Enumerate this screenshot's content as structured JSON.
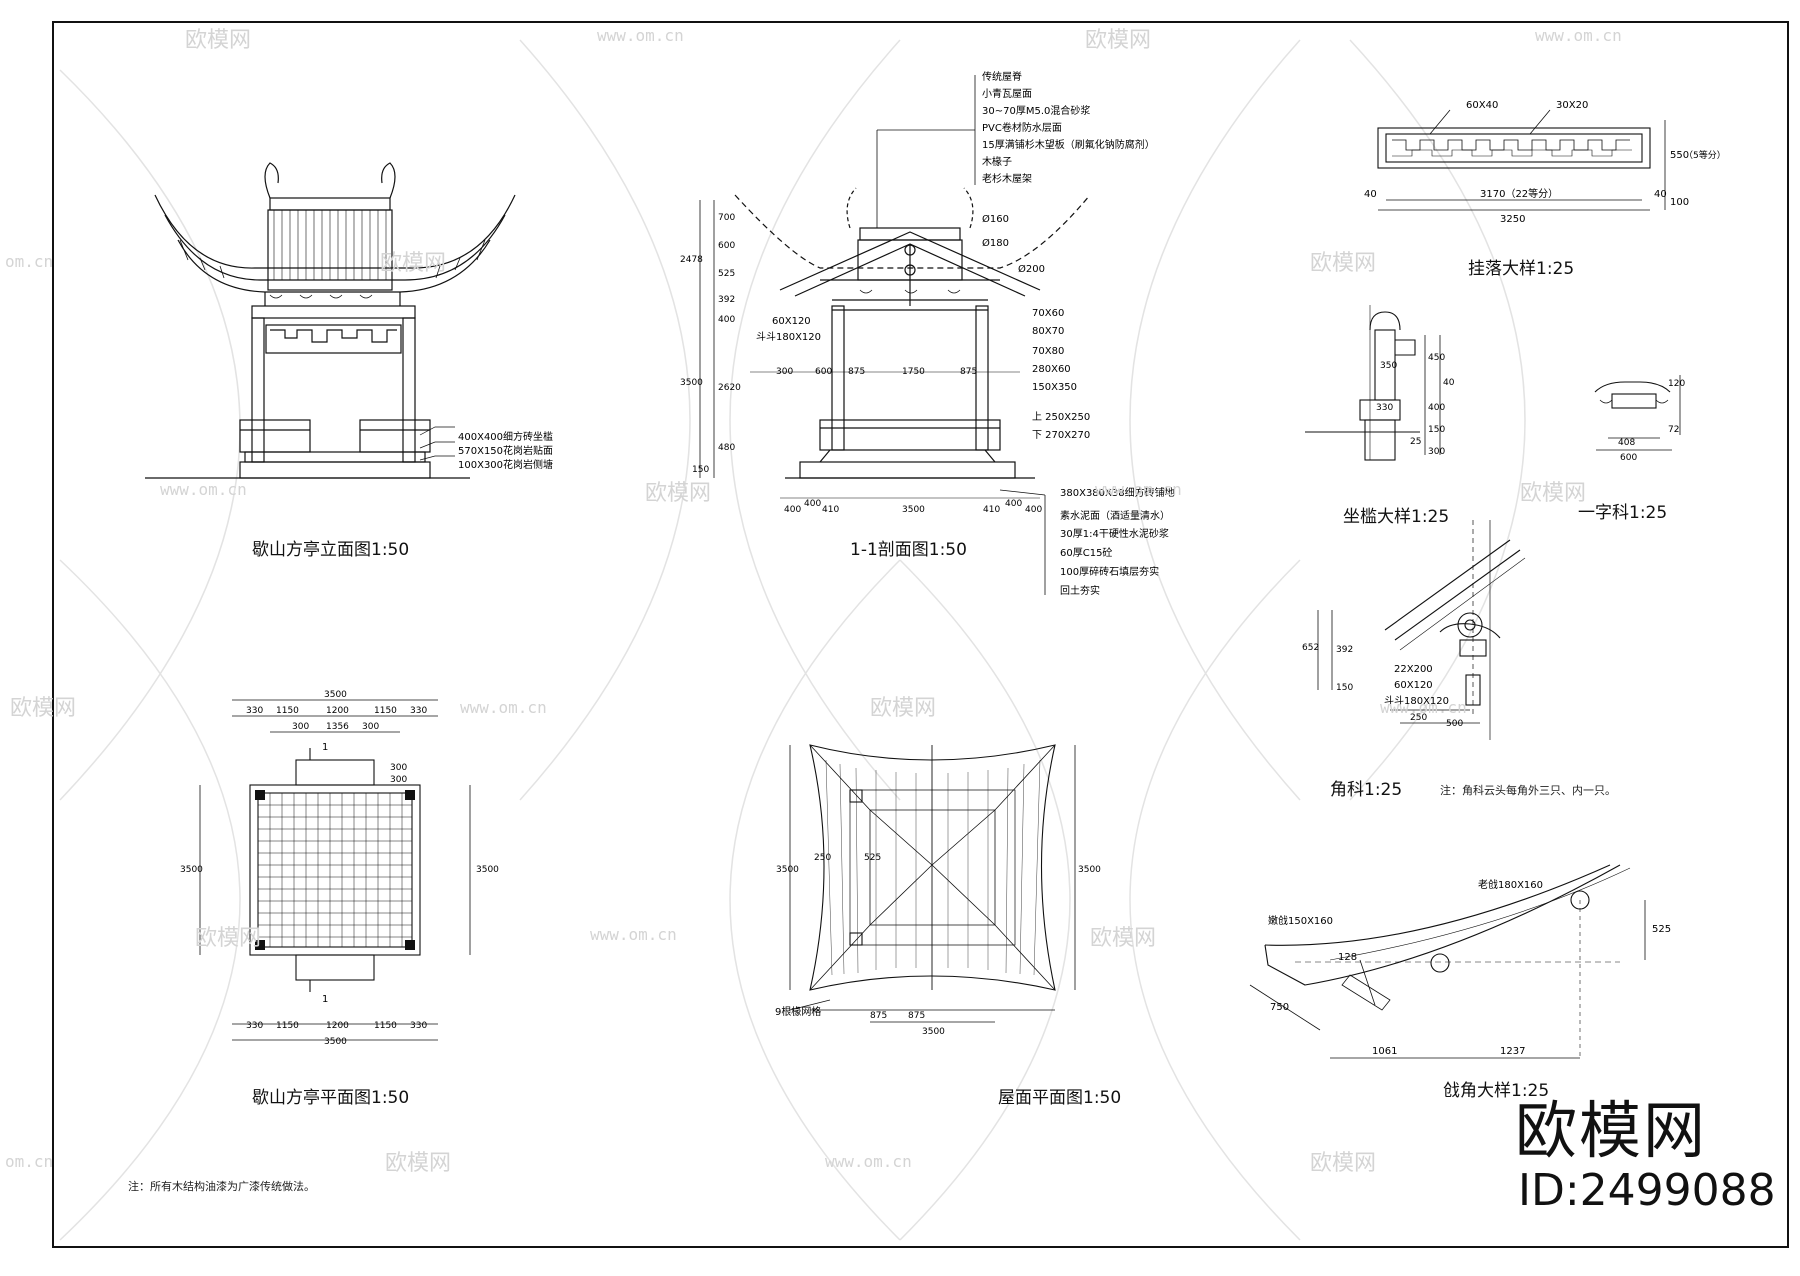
{
  "titles": {
    "elevation": "歇山方亭立面图1:50",
    "section": "1-1剖面图1:50",
    "plan": "歇山方亭平面图1:50",
    "roof_plan": "屋面平面图1:50",
    "hanging": "挂落大样1:25",
    "seat": "坐槛大样1:25",
    "yizike": "一字科1:25",
    "jiaoke": "角科1:25",
    "qiangjiao": "戗角大样1:25"
  },
  "note_bottom": "注：所有木结构油漆为广漆传统做法。",
  "note_jiaoke": "注：角科云头每角外三只、内一只。",
  "brand": {
    "logo_text": "欧模网",
    "id_text": "ID:2499088"
  },
  "watermark": {
    "text": "欧模网",
    "url": "www.om.cn",
    "url_short": "om.cn"
  },
  "elevation_labels": [
    "400X400细方砖坐槛",
    "570X150花岗岩贴面",
    "100X300花岗岩侧塘"
  ],
  "section_top_labels": [
    "传统屋脊",
    "小青瓦屋面",
    "30~70厚M5.0混合砂浆",
    "PVC卷材防水层面",
    "15厚满铺杉木望板（刷氟化钠防腐剂）",
    "木椽子",
    "老杉木屋架"
  ],
  "section_right_labels": [
    "Ø160",
    "Ø180",
    "Ø200",
    "70X60",
    "80X70",
    "70X80",
    "280X60",
    "150X350",
    "上 250X250",
    "下 270X270"
  ],
  "section_left_labels": [
    "60X120",
    "斗斗180X120"
  ],
  "section_bottom_labels": [
    "380X380X38细方砖铺地",
    "素水泥面（酒适量清水）",
    "30厚1:4干硬性水泥砂浆",
    "60厚C15砼",
    "100厚碎砖石填层夯实",
    "回土夯实"
  ],
  "section_dims_left": [
    "700",
    "600",
    "525",
    "392",
    "400",
    "2478",
    "3500",
    "2620",
    "480",
    "150"
  ],
  "section_dims_top": [
    "300",
    "600",
    "875",
    "1750",
    "875"
  ],
  "section_dims_bottom": [
    "400",
    "400",
    "410",
    "3500",
    "410",
    "400",
    "400"
  ],
  "plan_dims_top": [
    "3500",
    "330",
    "1150",
    "1200",
    "1150",
    "330",
    "300",
    "1356",
    "300"
  ],
  "plan_dims_bottom": [
    "330",
    "1150",
    "1200",
    "1150",
    "330",
    "3500"
  ],
  "plan_dims_side": [
    "3500",
    "3500",
    "300",
    "300"
  ],
  "plan_cut": [
    "1",
    "1"
  ],
  "roof_dims": [
    "3500",
    "3500",
    "875",
    "875",
    "3500",
    "250",
    "525"
  ],
  "roof_label": "9根椽网格",
  "hanging_labels": [
    "60X40",
    "30X20",
    "3170（22等分）",
    "3250",
    "40",
    "40",
    "550",
    "100",
    "（5等分）"
  ],
  "seat_dims": [
    "450",
    "40",
    "400",
    "150",
    "300",
    "350",
    "330",
    "25"
  ],
  "yizike_dims": [
    "120",
    "72",
    "408",
    "600"
  ],
  "jiaoke_dims": [
    "652",
    "392",
    "150",
    "22X200",
    "60X120",
    "斗斗180X120",
    "250",
    "500"
  ],
  "qiangjiao_labels": [
    "老戗180X160",
    "嫩戗150X160",
    "525",
    "1061",
    "1237",
    "750",
    "128"
  ]
}
